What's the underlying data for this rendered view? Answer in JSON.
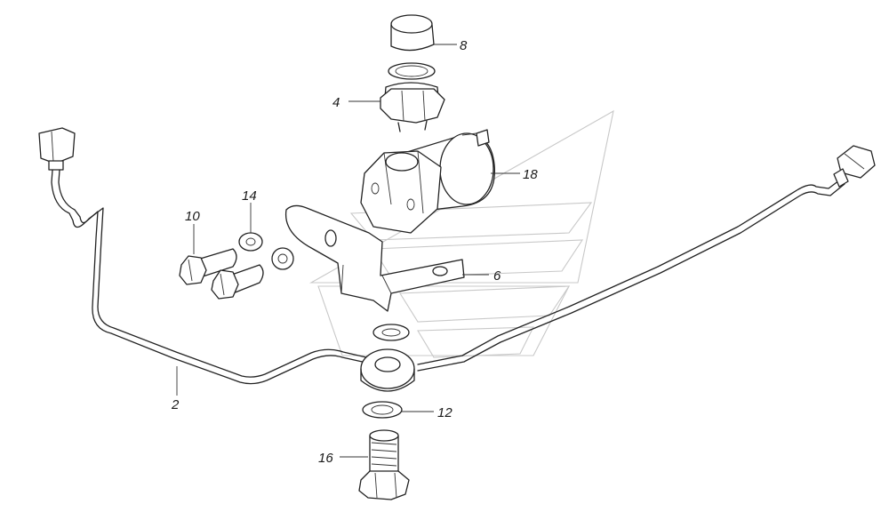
{
  "callouts": {
    "c8": "8",
    "c4": "4",
    "c18": "18",
    "c10": "10",
    "c14": "14",
    "c6": "6",
    "c2": "2",
    "c12": "12",
    "c16": "16"
  }
}
